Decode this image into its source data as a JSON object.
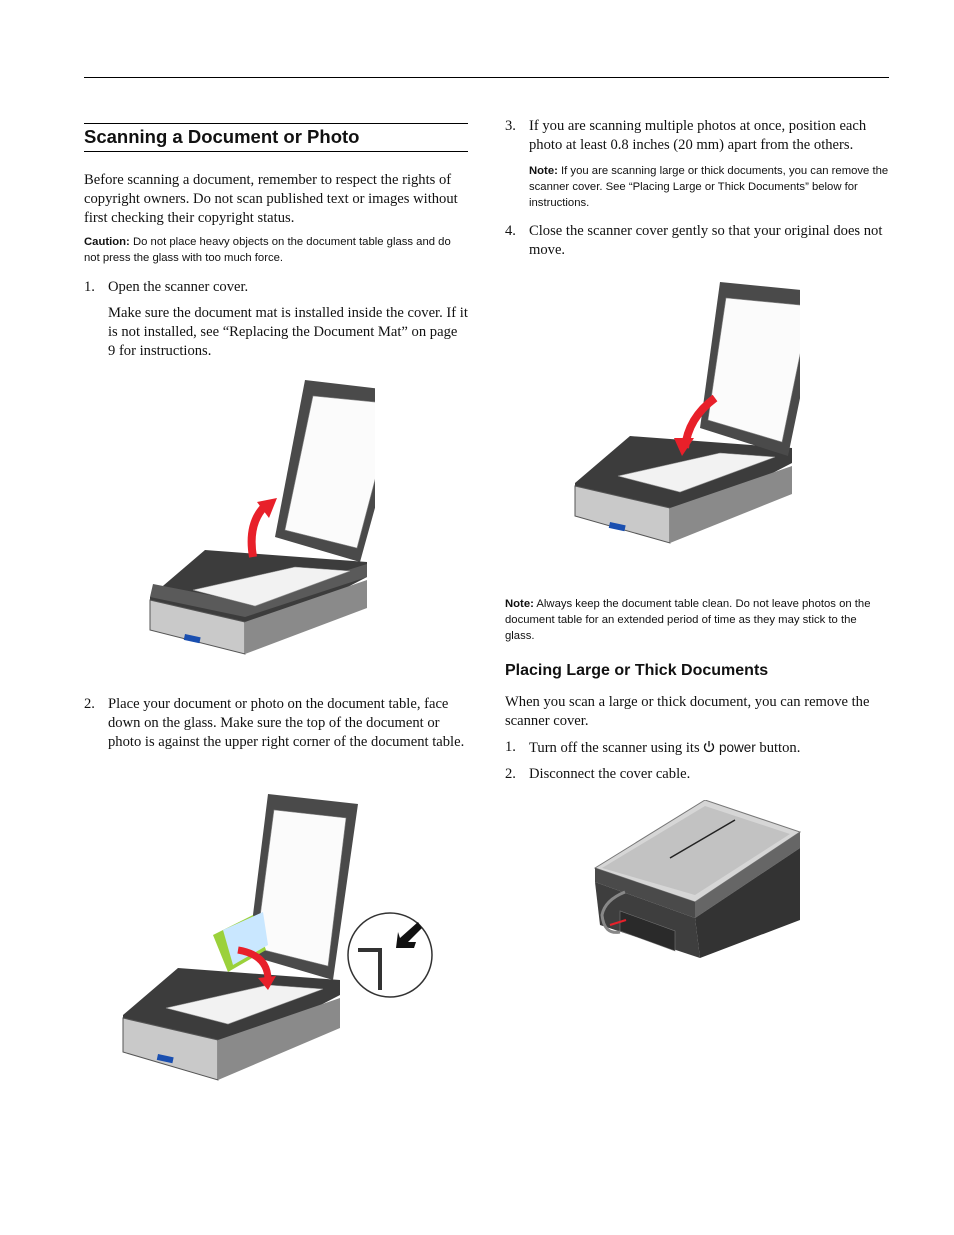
{
  "section": {
    "title": "Scanning a Document or Photo",
    "intro": "Before scanning a document, remember to respect the rights of copyright owners. Do not scan published text or images without first checking their copyright status.",
    "caution_label": "Caution:",
    "caution_text": " Do not place heavy objects on the document table glass and do not press the glass with too much force."
  },
  "steps": [
    {
      "num": "1.",
      "text": "Open the scanner cover.",
      "sub": "Make sure the document mat is installed inside the cover. If it is not installed, see “Replacing the Document Mat” on page 9 for instructions."
    },
    {
      "num": "2.",
      "text": "Place your document or photo on the document table, face down on the glass. Make sure the top of the document or photo is against the upper right corner of the document table."
    },
    {
      "num": "3.",
      "text": "If you are scanning multiple photos at once, position each photo at least 0.8 inches (20 mm) apart from the others."
    },
    {
      "num": "4.",
      "text": "Close the scanner cover gently so that your original does not move."
    }
  ],
  "note1": {
    "label": "Note:",
    "text": " If you are scanning large or thick documents, you can remove the scanner cover. See “Placing Large or Thick Documents” below for instructions."
  },
  "note2": {
    "label": "Note:",
    "text": " Always keep the document table clean. Do not leave photos on the document table for an extended period of time as they may stick to the glass."
  },
  "subsection": {
    "title": "Placing Large or Thick Documents",
    "intro": "When you scan a large or thick document, you can remove the scanner cover.",
    "step1_num": "1.",
    "step1_pre": "Turn off the scanner using its ",
    "step1_power": "power",
    "step1_post": " button.",
    "step2_num": "2.",
    "step2_text": "Disconnect the cover cable."
  },
  "colors": {
    "arrow": "#e8202a",
    "scanner_body": "#4a4a4a",
    "brand_blue": "#1a4fb0"
  }
}
